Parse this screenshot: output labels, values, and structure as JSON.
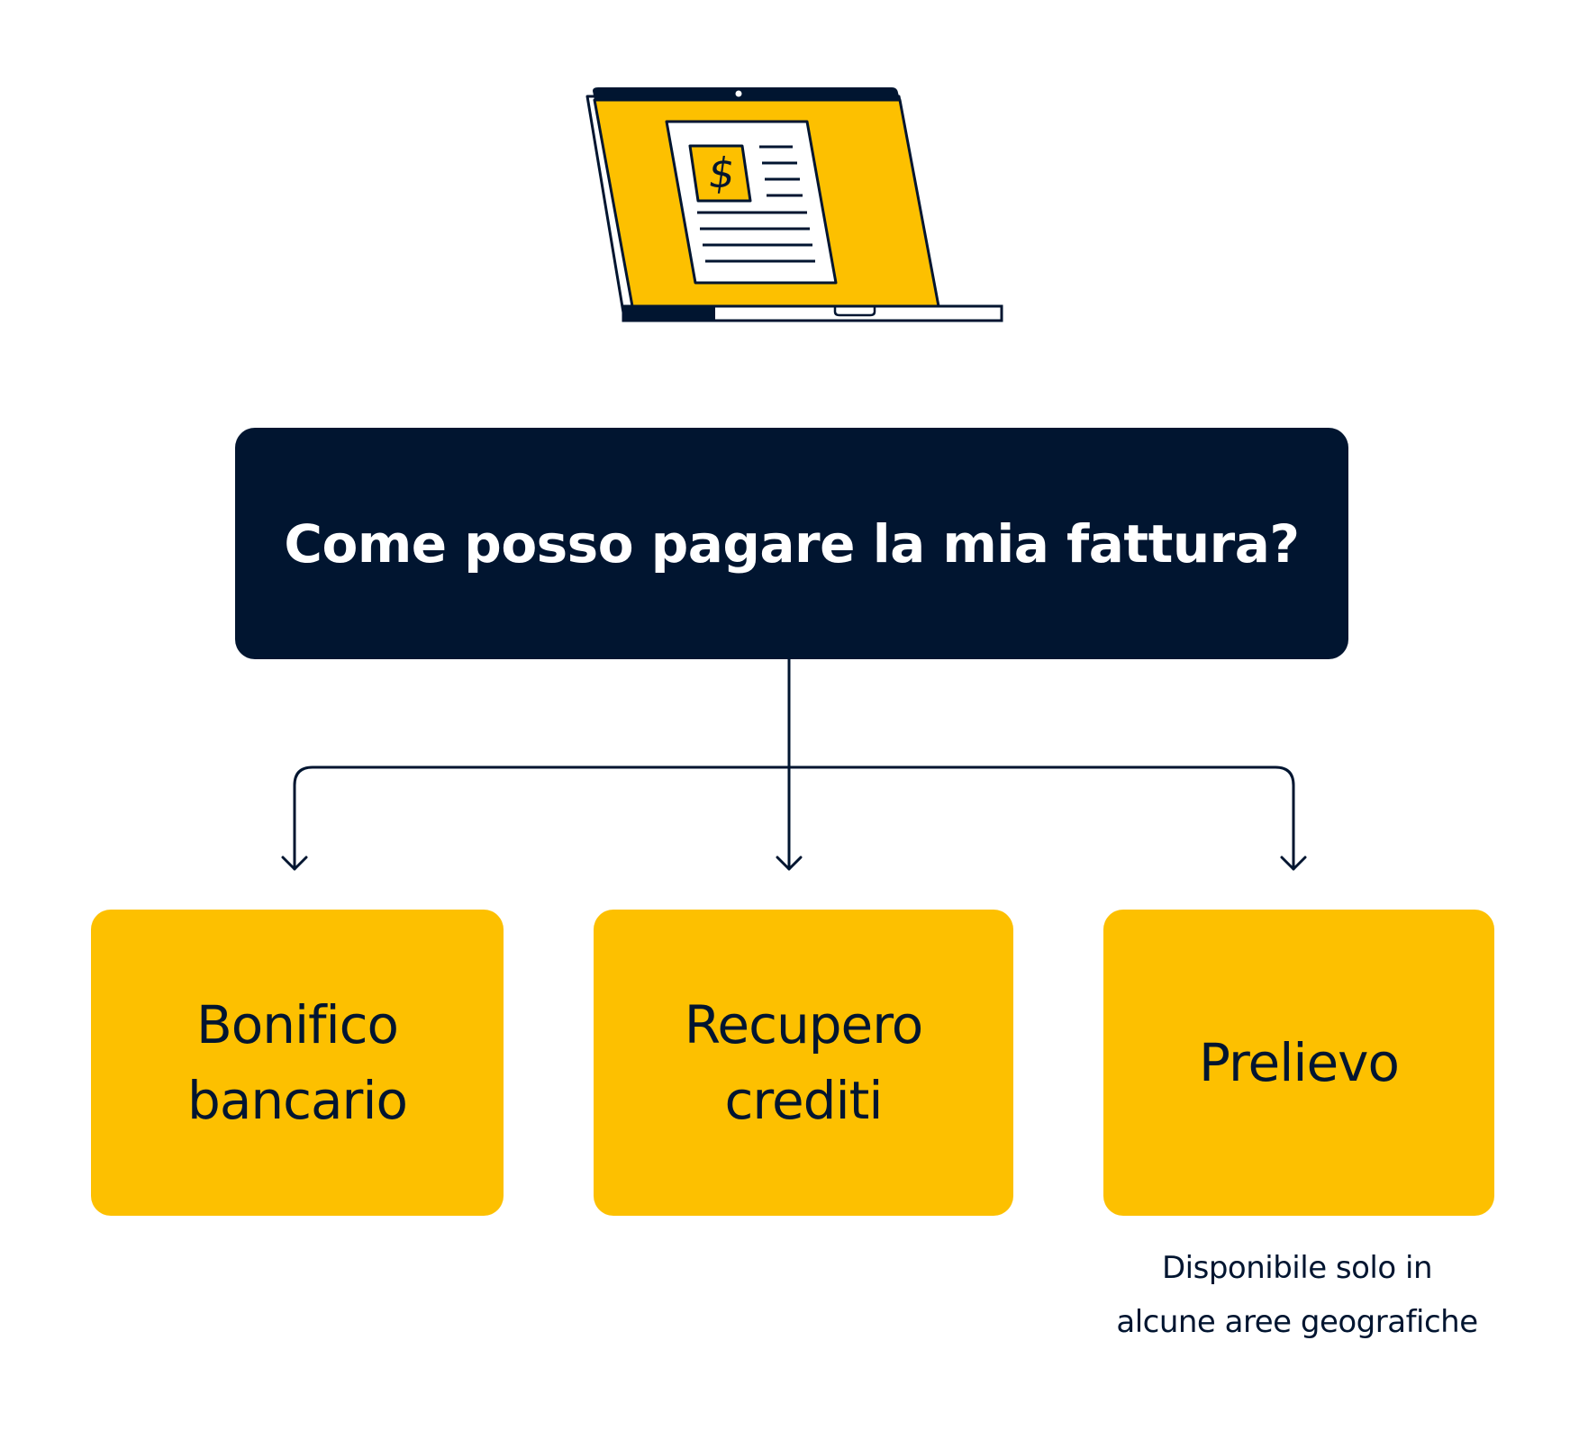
{
  "question": {
    "text": "Come posso pagare la mia fattura?"
  },
  "options": [
    {
      "label": "Bonifico\nbancario"
    },
    {
      "label": "Recupero\ncrediti"
    },
    {
      "label": "Prelievo"
    }
  ],
  "footnote": {
    "text": "Disponibile solo in\nalcune aree geografiche"
  },
  "colors": {
    "navy": "#011530",
    "yellow": "#FDC000",
    "white": "#FFFFFF",
    "text_dark": "#011530"
  },
  "icons": {
    "illustration": "laptop-invoice-icon",
    "currency_symbol": "dollar-sign"
  }
}
